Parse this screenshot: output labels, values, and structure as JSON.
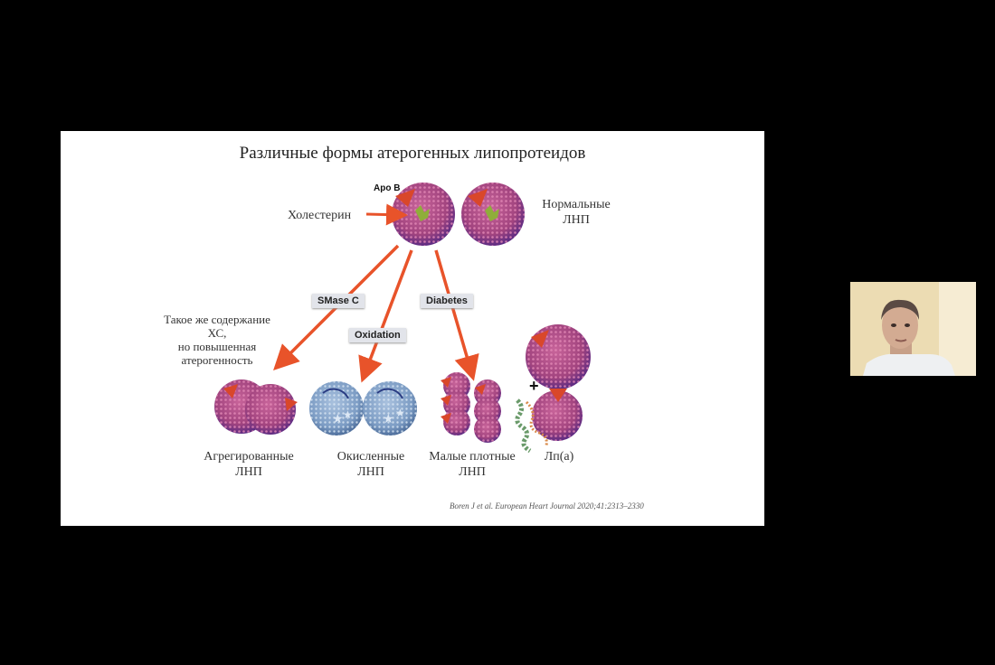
{
  "slide": {
    "title": "Различные формы атерогенных липопротеидов",
    "apo_b_label": "Apo B",
    "cholesterol_label": "Холестерин",
    "normal_ldl_line1": "Нормальные",
    "normal_ldl_line2": "ЛНП",
    "tags": {
      "smase": "SMase C",
      "oxidation": "Oxidation",
      "diabetes": "Diabetes"
    },
    "note_line1": "Такое же содержание",
    "note_line2": "ХС,",
    "note_line3": "но повышенная",
    "note_line4": "атерогенность",
    "aggregated_line1": "Агрегированные",
    "aggregated_line2": "ЛНП",
    "oxidized_line1": "Окисленные",
    "oxidized_line2": "ЛНП",
    "small_dense_line1": "Малые плотные",
    "small_dense_line2": "ЛНП",
    "lpa_label": "Лп(а)",
    "plus_sign": "+",
    "citation": "Boren J et al. European Heart Journal 2020;41:2313–2330"
  },
  "colors": {
    "particle": "#a2447f",
    "particle_dark": "#5d2b82",
    "oxidized": "#7c9cc4",
    "arrow": "#e8532a"
  }
}
